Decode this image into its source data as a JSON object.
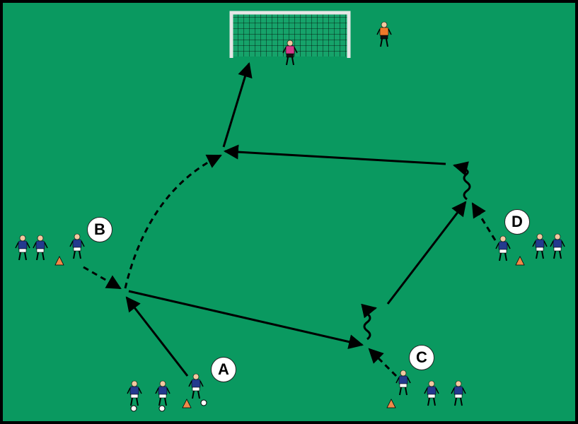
{
  "colors": {
    "pitch": "#0a9960",
    "border": "#000000",
    "arrow": "#000000",
    "attacker_shirt": "#233a8e",
    "keeper_shirt": "#d43a8a",
    "coach_shirt": "#f07a2a",
    "cone": "#f08a4a",
    "goal_frame": "#e6e6e6"
  },
  "stations": {
    "a": "A",
    "b": "B",
    "c": "C",
    "d": "D"
  },
  "icons": [
    "player-icon",
    "goalkeeper-icon",
    "coach-icon",
    "cone-icon",
    "ball-icon",
    "goal-icon"
  ]
}
